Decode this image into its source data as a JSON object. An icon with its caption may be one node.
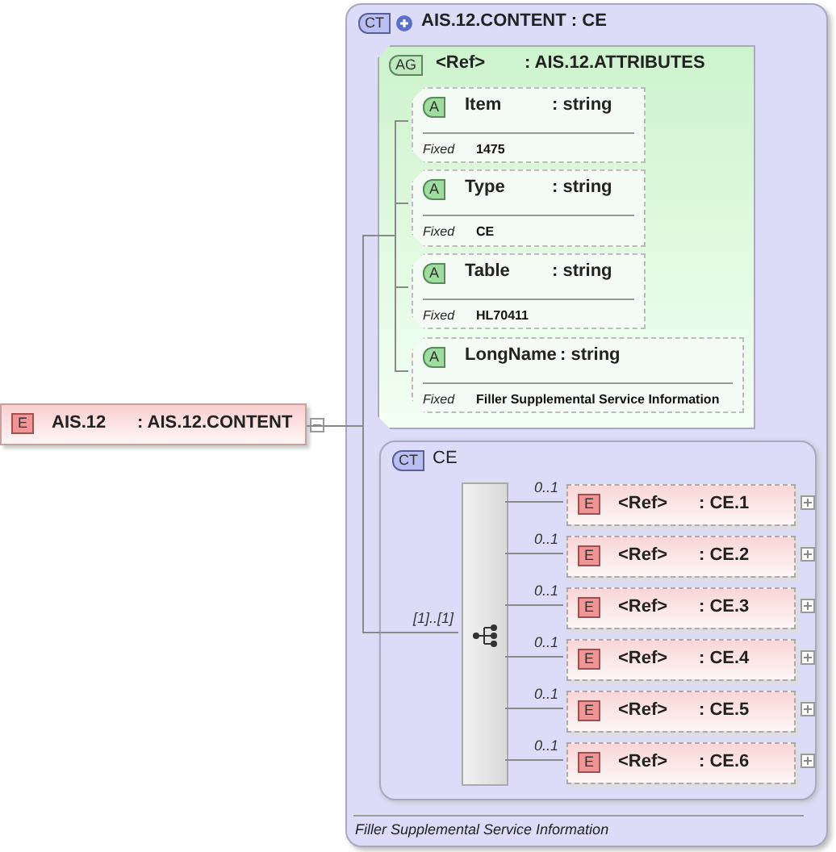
{
  "diagram": {
    "nodes": [
      {
        "text": [
          "E",
          "AIS.12",
          ": AIS.12.CONTENT"
        ]
      },
      {
        "text": [
          "CT",
          "AIS.12.CONTENT : CE",
          "Filler Supplemental Service Information"
        ]
      },
      {
        "text": [
          "AG",
          "<Ref>",
          ": AIS.12.ATTRIBUTES"
        ],
        "in": 1
      },
      {
        "text": [
          "A",
          "Item",
          ": string",
          "Fixed",
          "1475"
        ],
        "in": 2
      },
      {
        "text": [
          "A",
          "Type",
          ": string",
          "Fixed",
          "CE"
        ],
        "in": 2
      },
      {
        "text": [
          "A",
          "Table",
          ": string",
          "Fixed",
          "HL70411"
        ],
        "in": 2
      },
      {
        "text": [
          "A",
          "LongName",
          ": string",
          "Fixed",
          "Filler Supplemental Service Information"
        ],
        "in": 2
      },
      {
        "text": [
          "CT",
          "CE"
        ],
        "in": 1
      },
      {
        "text": [],
        "shape": "bar",
        "in": 7
      },
      {
        "text": [
          "E",
          "<Ref>",
          ": CE.1"
        ],
        "in": 7
      },
      {
        "text": [
          "E",
          "<Ref>",
          ": CE.2"
        ],
        "in": 7
      },
      {
        "text": [
          "E",
          "<Ref>",
          ": CE.3"
        ],
        "in": 7
      },
      {
        "text": [
          "E",
          "<Ref>",
          ": CE.4"
        ],
        "in": 7
      },
      {
        "text": [
          "E",
          "<Ref>",
          ": CE.5"
        ],
        "in": 7
      },
      {
        "text": [
          "E",
          "<Ref>",
          ": CE.6"
        ],
        "in": 7
      }
    ],
    "edges": [
      {
        "from": 0,
        "to": 3,
        "arrow": "none"
      },
      {
        "from": 0,
        "to": 4,
        "arrow": "none"
      },
      {
        "from": 0,
        "to": 5,
        "arrow": "none"
      },
      {
        "from": 0,
        "to": 6,
        "arrow": "none"
      },
      {
        "from": 0,
        "to": 8,
        "arrow": "none",
        "label": "[1]..[1]"
      },
      {
        "from": 8,
        "to": 9,
        "arrow": "none",
        "label": "0..1"
      },
      {
        "from": 8,
        "to": 10,
        "arrow": "none",
        "label": "0..1"
      },
      {
        "from": 8,
        "to": 11,
        "arrow": "none",
        "label": "0..1"
      },
      {
        "from": 8,
        "to": 12,
        "arrow": "none",
        "label": "0..1"
      },
      {
        "from": 8,
        "to": 13,
        "arrow": "none",
        "label": "0..1"
      },
      {
        "from": 8,
        "to": 14,
        "arrow": "none",
        "label": "0..1"
      }
    ]
  }
}
